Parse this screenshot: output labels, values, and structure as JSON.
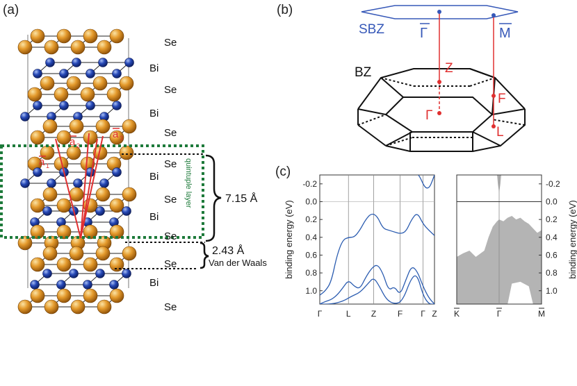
{
  "panels": {
    "a": "(a)",
    "b": "(b)",
    "c": "(c)"
  },
  "crystal": {
    "layer_labels": [
      "Se",
      "Bi",
      "Se",
      "Bi",
      "Se",
      "Se",
      "Bi",
      "Se",
      "Bi",
      "Se",
      "Se",
      "Bi",
      "Se"
    ],
    "vectors": {
      "a1": "a",
      "a1_sub": "1",
      "a2": "a",
      "a2_sub": "2",
      "a3": "a",
      "a3_sub": "3"
    },
    "quintuple_label": "quintuple layer",
    "ql_thickness": "7.15 Å",
    "vdw_gap": "2.43 Å",
    "vdw_label": "Van der Waals",
    "colors": {
      "se": "#d68a1c",
      "bi": "#1f3fa0",
      "vectors": "#e03030",
      "ql_box": "#1d7a3a"
    }
  },
  "bz": {
    "sbz_label": "SBZ",
    "bz_label": "BZ",
    "points": {
      "gamma_bar": "Γ",
      "m_bar": "M",
      "z": "Z",
      "gamma": "Γ",
      "f": "F",
      "l": "L"
    },
    "colors": {
      "sbz": "#3658b8",
      "points": "#e03030"
    }
  },
  "chart_data": [
    {
      "type": "line",
      "ylabel": "binding energy (eV)",
      "ylim": [
        1.15,
        -0.3
      ],
      "yticks": [
        -0.2,
        0.0,
        0.2,
        0.4,
        0.6,
        0.8,
        1.0
      ],
      "ytick_labels": [
        "-0.2",
        "0.0",
        "0.2",
        "0.4",
        "0.6",
        "0.8",
        "1.0"
      ],
      "xlim": [
        0,
        1
      ],
      "kpoints": [
        {
          "label": "Γ",
          "x": 0.0
        },
        {
          "label": "L",
          "x": 0.25
        },
        {
          "label": "Z",
          "x": 0.47
        },
        {
          "label": "F",
          "x": 0.7
        },
        {
          "label": "Γ",
          "x": 0.9
        },
        {
          "label": "Z",
          "x": 1.0
        }
      ],
      "series": [
        {
          "x": [
            0.0,
            0.05,
            0.1,
            0.15,
            0.2,
            0.25,
            0.3,
            0.35,
            0.4,
            0.45,
            0.5,
            0.55,
            0.6,
            0.65,
            0.7,
            0.75,
            0.8,
            0.85,
            0.9,
            0.95,
            1.0
          ],
          "y": [
            1.05,
            1.0,
            0.9,
            0.6,
            0.43,
            0.4,
            0.4,
            0.32,
            0.2,
            0.13,
            0.16,
            0.3,
            0.32,
            0.34,
            0.36,
            0.34,
            0.2,
            0.12,
            0.25,
            0.32,
            0.38
          ]
        },
        {
          "x": [
            0.0,
            0.05,
            0.1,
            0.15,
            0.2,
            0.25,
            0.3,
            0.35,
            0.4,
            0.45,
            0.5,
            0.55,
            0.6,
            0.65,
            0.7,
            0.75,
            0.8,
            0.85,
            0.9,
            0.95,
            1.0
          ],
          "y": [
            1.15,
            1.12,
            1.1,
            1.05,
            0.97,
            0.88,
            0.95,
            0.98,
            0.85,
            0.75,
            0.7,
            0.8,
            1.0,
            0.95,
            1.05,
            0.88,
            0.72,
            0.78,
            0.95,
            1.08,
            1.15
          ]
        },
        {
          "x": [
            0.0,
            0.1,
            0.2,
            0.28,
            0.35,
            0.42,
            0.47,
            0.52,
            0.58,
            0.65,
            0.72,
            0.8,
            0.85,
            0.9,
            0.95,
            1.0
          ],
          "y": [
            1.15,
            1.15,
            1.12,
            1.06,
            1.02,
            0.92,
            0.85,
            0.95,
            1.1,
            1.15,
            1.12,
            0.85,
            0.82,
            1.05,
            1.15,
            1.15
          ]
        },
        {
          "x": [
            0.86,
            0.88,
            0.9,
            0.92,
            0.94,
            0.96,
            0.98,
            1.0
          ],
          "y": [
            -0.3,
            -0.26,
            -0.2,
            -0.16,
            -0.15,
            -0.17,
            -0.23,
            -0.3
          ]
        }
      ]
    },
    {
      "type": "area",
      "ylabel": "binding energy (eV)",
      "ylim": [
        1.15,
        -0.3
      ],
      "yticks": [
        -0.2,
        0.0,
        0.2,
        0.4,
        0.6,
        0.8,
        1.0
      ],
      "ytick_labels": [
        "-0.2",
        "0.0",
        "0.2",
        "0.4",
        "0.6",
        "0.8",
        "1.0"
      ],
      "xlim": [
        -1,
        1
      ],
      "kpoints": [
        {
          "label": "K",
          "x": -1.0
        },
        {
          "label": "Γ",
          "x": 0.0
        },
        {
          "label": "M",
          "x": 1.0
        }
      ],
      "regions": [
        {
          "x": [
            -0.05,
            -0.03,
            0.0,
            0.03,
            0.05,
            0.06,
            -0.06
          ],
          "y": [
            -0.3,
            -0.2,
            -0.1,
            -0.2,
            -0.3,
            -0.3,
            -0.3
          ]
        },
        {
          "x": [
            -1.0,
            -0.85,
            -0.7,
            -0.55,
            -0.35,
            -0.25,
            -0.15,
            -0.05,
            0.0,
            0.1,
            0.2,
            0.3,
            0.4,
            0.5,
            0.6,
            0.7,
            0.8,
            0.9,
            1.0,
            1.0,
            0.8,
            0.7,
            0.5,
            0.3,
            0.2,
            0.1,
            -0.1,
            -0.3,
            -0.5,
            -0.7,
            -0.9,
            -1.0
          ],
          "y": [
            0.62,
            0.58,
            0.55,
            0.62,
            0.55,
            0.4,
            0.28,
            0.22,
            0.2,
            0.22,
            0.18,
            0.16,
            0.2,
            0.18,
            0.22,
            0.25,
            0.3,
            0.35,
            0.32,
            1.15,
            1.15,
            0.95,
            0.9,
            0.92,
            1.15,
            1.15,
            1.15,
            1.15,
            1.15,
            1.15,
            1.15,
            1.15
          ]
        }
      ],
      "region_color": "#b4b4b4"
    }
  ]
}
